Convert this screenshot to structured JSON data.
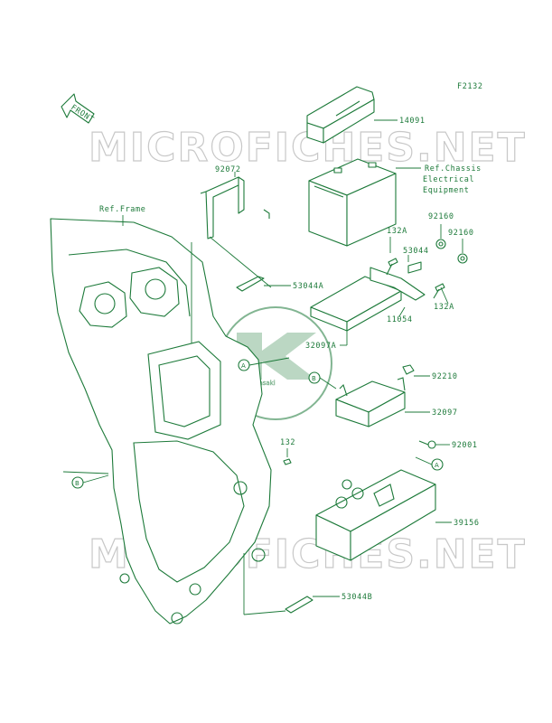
{
  "figure_code": "F2132",
  "front_arrow_label": "FRONT",
  "watermark_text": "MICROFICHES.NET",
  "logo_text": "Kawasaki",
  "ref_labels": {
    "frame": "Ref.Frame",
    "chassis_line1": "Ref.Chassis",
    "chassis_line2": "Electrical",
    "chassis_line3": "Equipment"
  },
  "callouts": {
    "a": "A",
    "b": "B"
  },
  "parts": [
    {
      "id": "14091",
      "label": "14091"
    },
    {
      "id": "92072",
      "label": "92072"
    },
    {
      "id": "92160a",
      "label": "92160"
    },
    {
      "id": "92160b",
      "label": "92160"
    },
    {
      "id": "132a_top",
      "label": "132A"
    },
    {
      "id": "53044",
      "label": "53044"
    },
    {
      "id": "53044a",
      "label": "53044A"
    },
    {
      "id": "11054",
      "label": "11054"
    },
    {
      "id": "132a_bot",
      "label": "132A"
    },
    {
      "id": "32097a",
      "label": "32097A"
    },
    {
      "id": "92210",
      "label": "92210"
    },
    {
      "id": "32097",
      "label": "32097"
    },
    {
      "id": "92001",
      "label": "92001"
    },
    {
      "id": "132",
      "label": "132"
    },
    {
      "id": "39156",
      "label": "39156"
    },
    {
      "id": "53044b",
      "label": "53044B"
    }
  ],
  "colors": {
    "line": "#1d7a3a",
    "watermark": "#c8c8c8"
  }
}
